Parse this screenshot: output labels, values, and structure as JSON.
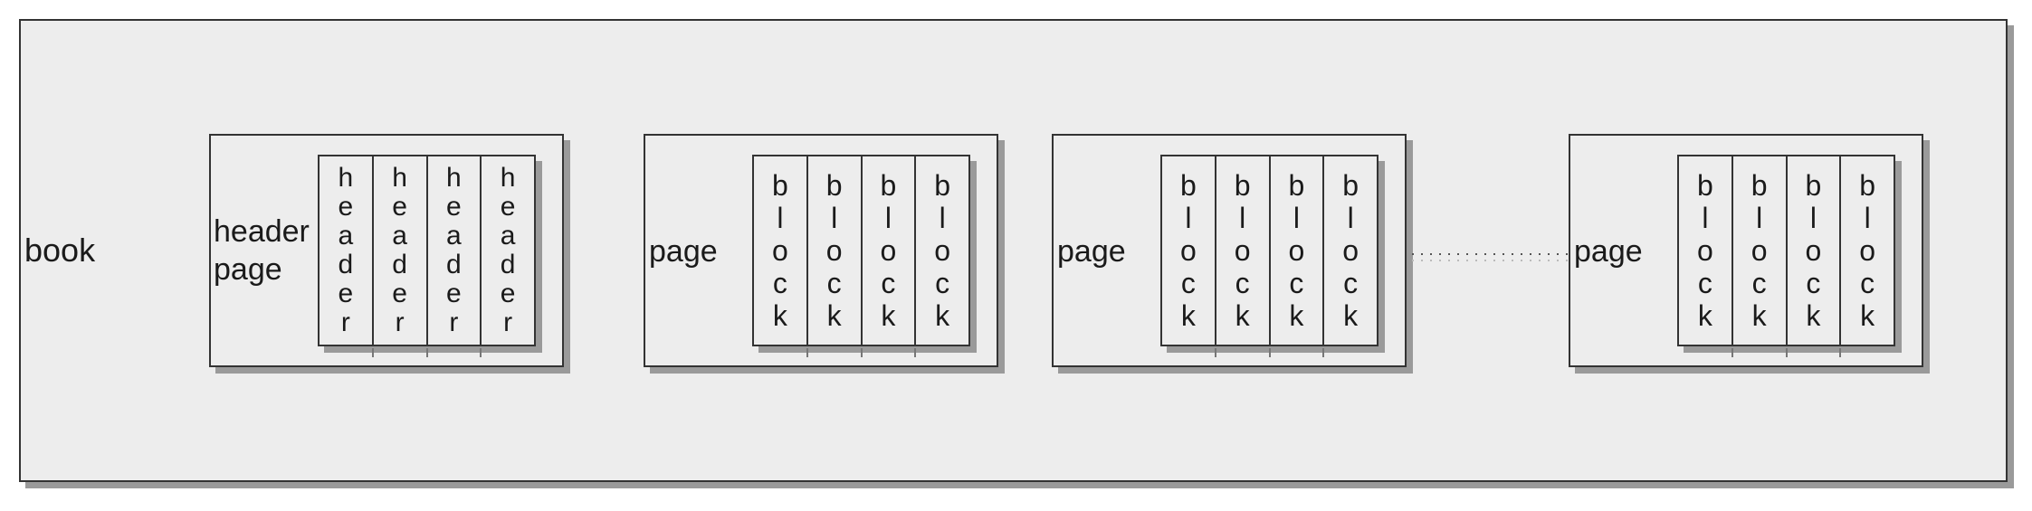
{
  "book": {
    "label": "book"
  },
  "pages": [
    {
      "label": "header\npage",
      "blocks": [
        "header",
        "header",
        "header",
        "header"
      ]
    },
    {
      "label": "page",
      "blocks": [
        "block",
        "block",
        "block",
        "block"
      ]
    },
    {
      "label": "page",
      "blocks": [
        "block",
        "block",
        "block",
        "block"
      ]
    },
    {
      "label": "page",
      "blocks": [
        "block",
        "block",
        "block",
        "block"
      ]
    }
  ],
  "colors": {
    "fill": "#ededed",
    "stroke": "#333333",
    "shadow": "#9a9a9a"
  }
}
